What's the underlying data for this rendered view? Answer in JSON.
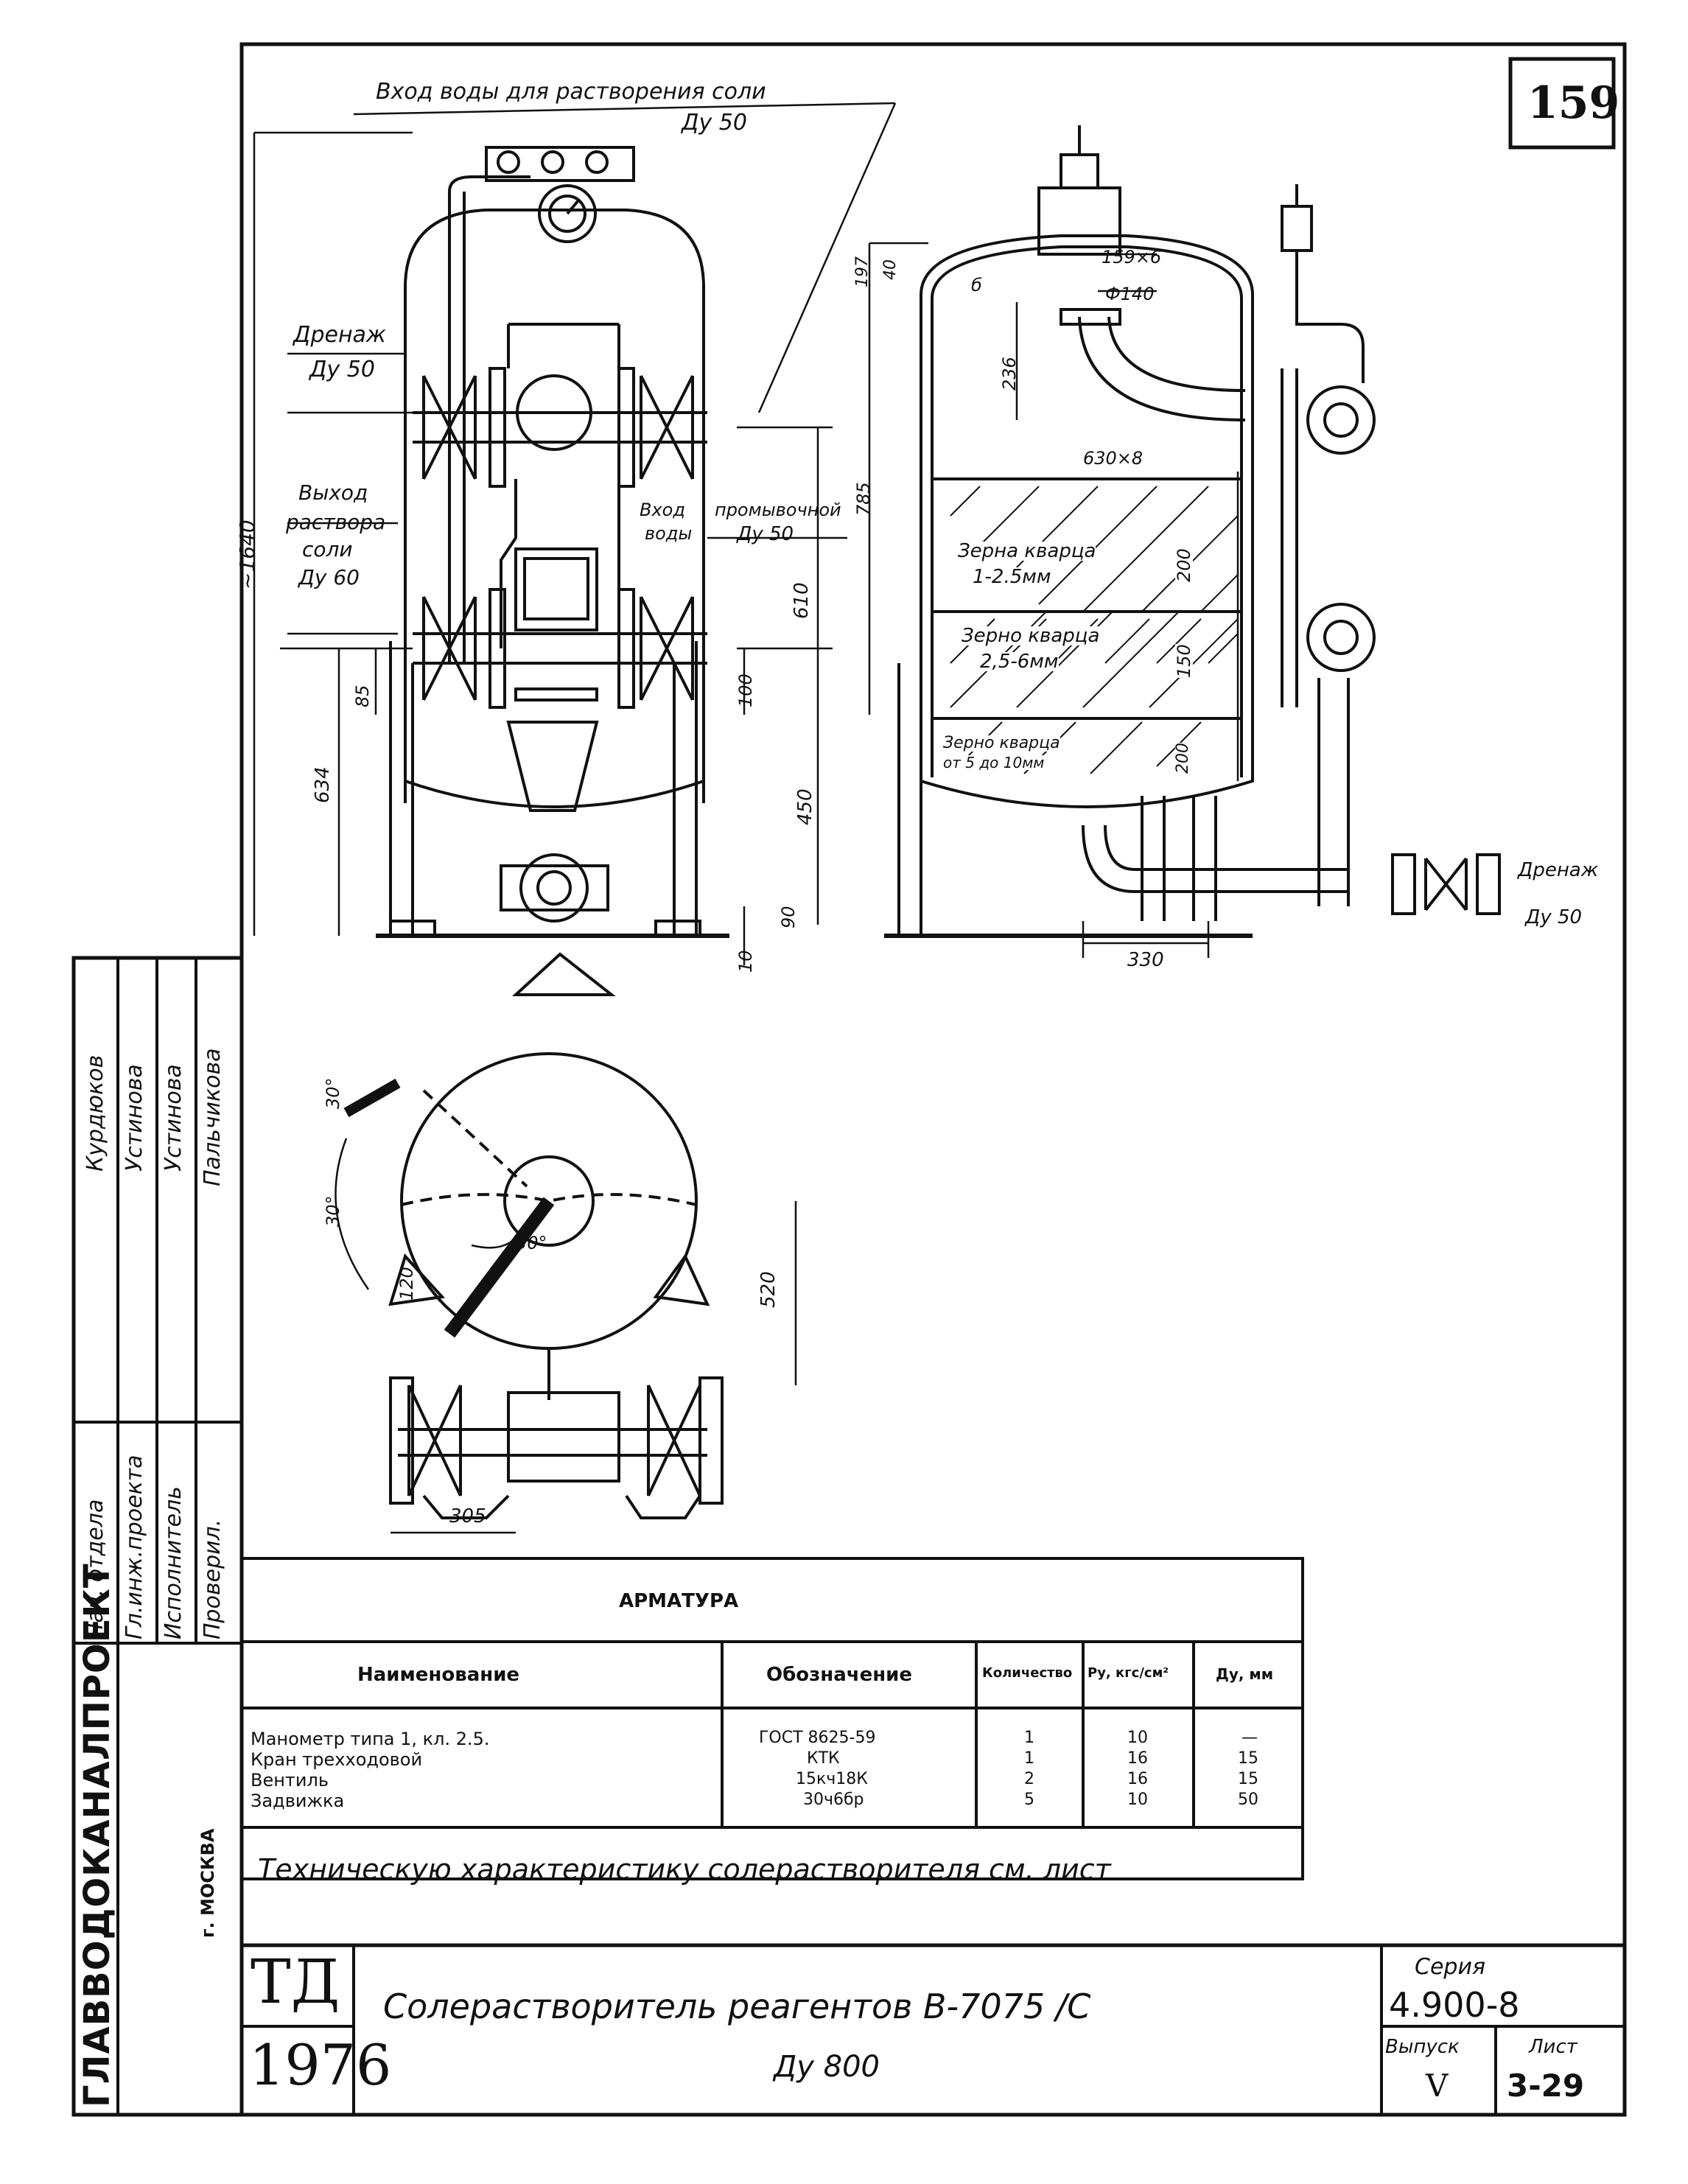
{
  "sheet": {
    "page_number": "159",
    "stamp_td": "ТД",
    "stamp_year": "1976",
    "org_vertical": "ГЛАВВОДОКАНАЛПРОЕКТ",
    "city_vertical": "г. МОСКВА",
    "title_main": "Солерастворитель реагентов  В-7075 /С",
    "title_sub": "Ду 800",
    "series_label": "Серия",
    "series_value": "4.900-8",
    "issue_label": "Выпуск",
    "issue_value": "V",
    "sheet_label": "Лист",
    "sheet_value": "3-29"
  },
  "signatures": {
    "roles": [
      "Нач. отдела",
      "Гл.инж.проекта",
      "Исполнитель",
      "Проверил."
    ],
    "names": [
      "Курдюков",
      "Устинова",
      "Устинова",
      "Пальчикова"
    ]
  },
  "front_view": {
    "water_inlet_label": "Вход воды для растворения соли",
    "water_inlet_dn": "Ду 50",
    "drain_label": "Дренаж",
    "drain_dn": "Ду 50",
    "outlet_label_1": "Выход",
    "outlet_label_2": "раствора",
    "outlet_label_3": "соли",
    "outlet_dn": "Ду 60",
    "wash_in_label_1": "Вход",
    "wash_in_label_2": "промывочной",
    "wash_in_label_3": "воды",
    "wash_in_dn": "Ду 50",
    "dim_height": "~1640",
    "dim_610": "610",
    "dim_634": "634",
    "dim_85": "85",
    "dim_100": "100",
    "dim_450": "450",
    "dim_90": "90",
    "dim_10": "10"
  },
  "section_view": {
    "dim_197": "197",
    "dim_40": "40",
    "dim_delta": "б",
    "dim_159x6": "159×6",
    "dim_phi140": "Ф140",
    "dim_236": "236",
    "dim_785": "785",
    "dim_630x8": "630×8",
    "layer1_line1": "Зерна кварца",
    "layer1_line2": "1-2.5мм",
    "layer1_dim": "200",
    "layer2_line1": "Зерно кварца",
    "layer2_line2": "2,5-6мм",
    "layer2_dim": "150",
    "layer3_line1": "Зерно кварца",
    "layer3_line2": "от 5 до 10мм",
    "layer3_dim": "200",
    "dim_330": "330",
    "drain_label": "Дренаж",
    "drain_dn": "Ду 50"
  },
  "plan_view": {
    "angle_30a": "30°",
    "angle_30b": "30°",
    "angle_30c": "30°",
    "dim_120": "120",
    "dim_520": "520",
    "dim_305": "305"
  },
  "fittings_table": {
    "title": "АРМАТУРА",
    "headers": [
      "Наименование",
      "Обозначение",
      "Количество",
      "Ру, кгс/см²",
      "Ду, мм"
    ],
    "rows": [
      [
        "Манометр типа 1, кл. 2.5.",
        "ГОСТ 8625-59",
        "1",
        "10",
        "—"
      ],
      [
        "Кран трехходовой",
        "КТК",
        "1",
        "16",
        "15"
      ],
      [
        "Вентиль",
        "15кч18К",
        "2",
        "16",
        "15"
      ],
      [
        "Задвижка",
        "30ч6бр",
        "5",
        "10",
        "50"
      ]
    ],
    "note": "Техническую характеристику солерастворителя  см. лист"
  }
}
